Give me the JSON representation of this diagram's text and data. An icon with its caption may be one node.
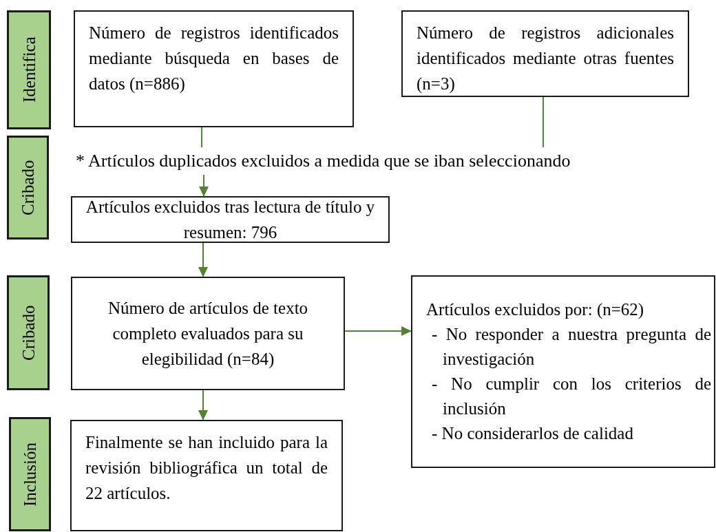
{
  "diagram": {
    "nodes": [
      {
        "text": [
          "Identifica"
        ]
      },
      {
        "text": [
          "Número de registros identificados mediante búsqueda en bases de datos (n=886)"
        ]
      },
      {
        "text": [
          "Número de registros adicionales identificados mediante otras fuentes (n=3)"
        ]
      },
      {
        "text": [
          "Cribado"
        ]
      },
      {
        "text": [
          "* Artículos duplicados excluidos a medida que se iban seleccionando"
        ]
      },
      {
        "text": [
          "Artículos excluidos tras lectura de título y resumen: 796"
        ]
      },
      {
        "text": [
          "Cribado"
        ]
      },
      {
        "text": [
          "Número de artículos de texto completo evaluados para su elegibilidad (n=84)"
        ]
      },
      {
        "text": [
          "Artículos excluidos por: (n=62)",
          "- No responder a nuestra pregunta de investigación",
          "- No cumplir con los criterios de inclusión",
          "- No considerarlos de calidad"
        ]
      },
      {
        "text": [
          "Inclusión"
        ]
      },
      {
        "text": [
          "Finalmente se han incluido para la revisión bibliográfica un total de 22 artículos."
        ]
      }
    ],
    "edges": [
      {
        "from": 1,
        "to": 4,
        "arrow": "none"
      },
      {
        "from": 2,
        "to": 4,
        "arrow": "none"
      },
      {
        "from": 4,
        "to": 5,
        "arrow": "to"
      },
      {
        "from": 5,
        "to": 7,
        "arrow": "to"
      },
      {
        "from": 7,
        "to": 8,
        "arrow": "to"
      },
      {
        "from": 7,
        "to": 10,
        "arrow": "to"
      }
    ]
  }
}
